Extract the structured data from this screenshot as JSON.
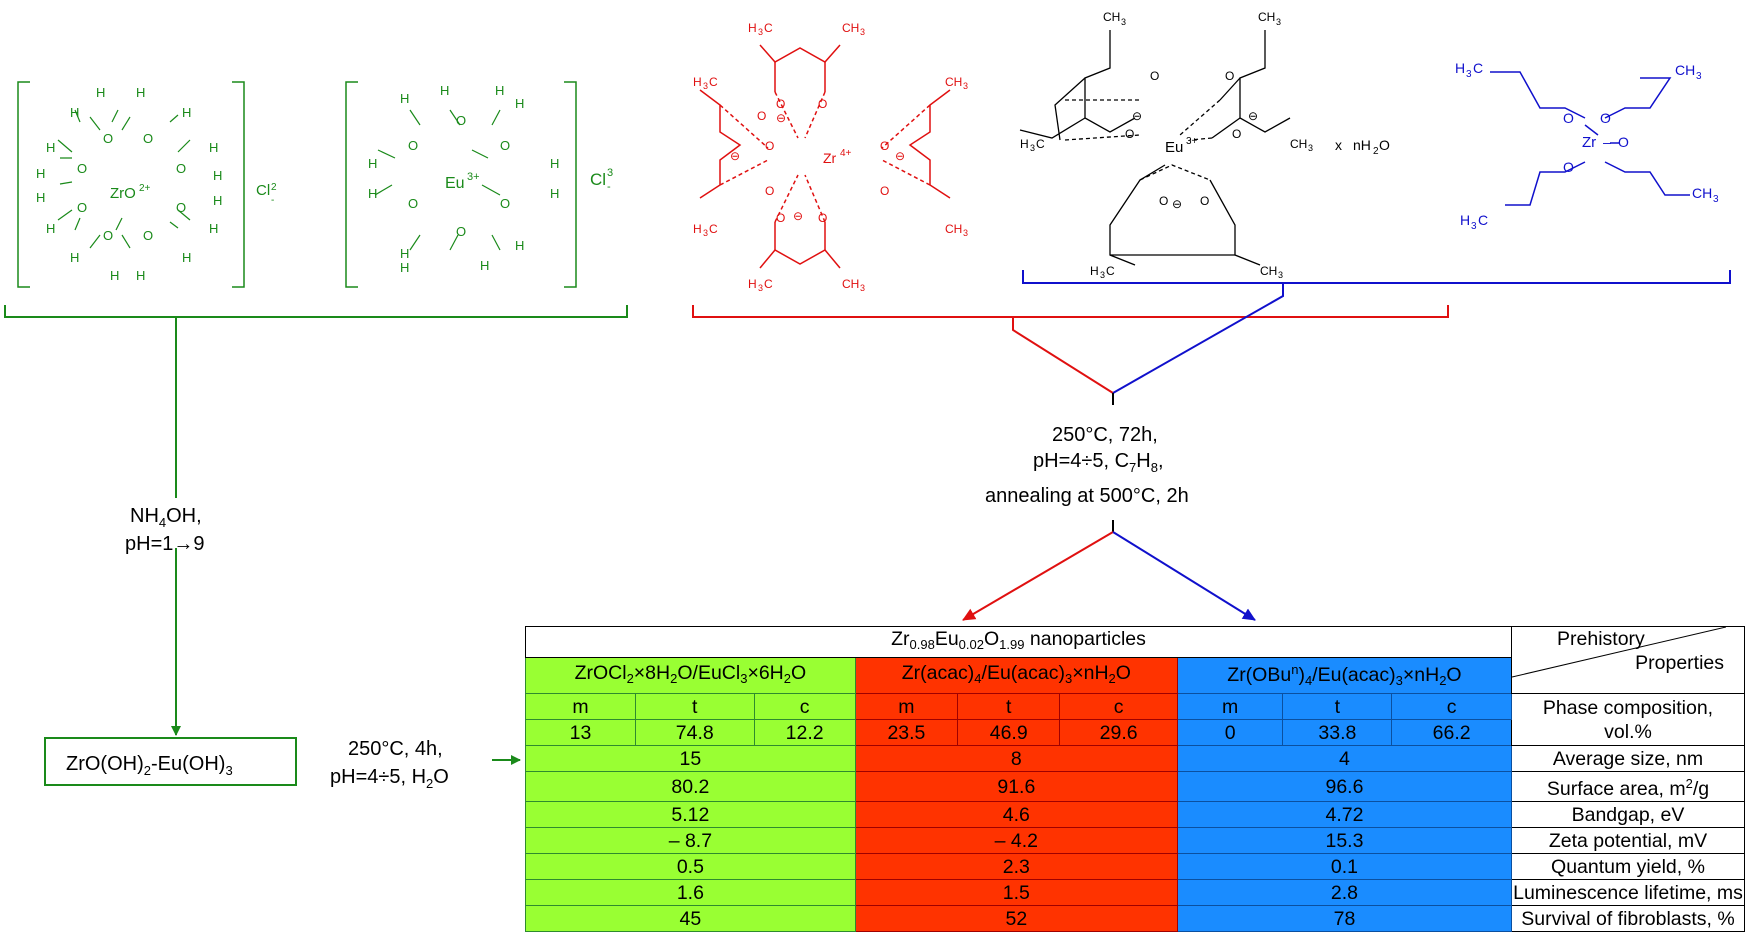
{
  "reagents": {
    "zr_aqua_ion": "ZrO2+",
    "zr_counter_ion": "Cl2-",
    "eu_aqua_ion": "Eu3+",
    "eu_counter_ion": "Cl3-",
    "zr_acac_center": "Zr4+",
    "eu_acac_center": "Eu3+",
    "eu_hydrate": "x  nH2O",
    "zr_butoxide_center": "Zr"
  },
  "left_branch": {
    "conditions_line1": "NH4OH,",
    "conditions_line2": "pH=1→9",
    "intermediate": "ZrO(OH)2-Eu(OH)3",
    "hydrothermal_line1": "250°C, 4h,",
    "hydrothermal_line2": "pH=4÷5, H2O"
  },
  "right_branch": {
    "line1": "250°C, 72h,",
    "line2": "pH=4÷5, C7H8,",
    "line3": "annealing at 500°C, 2h"
  },
  "table": {
    "title": "Zr0.98Eu0.02O1.99 nanoparticles",
    "prehistory_label": "Prehistory",
    "properties_label": "Properties",
    "precursors": [
      "ZrOCl2×8H2O/EuCl3×6H2O",
      "Zr(acac)4/Eu(acac)3×nH2O",
      "Zr(OBun)4/Eu(acac)3×nH2O"
    ],
    "phase_headers": [
      "m",
      "t",
      "c"
    ],
    "phase_composition": {
      "label_line1": "Phase composition,",
      "label_line2": "vol.%",
      "values": [
        [
          "13",
          "74.8",
          "12.2"
        ],
        [
          "23.5",
          "46.9",
          "29.6"
        ],
        [
          "0",
          "33.8",
          "66.2"
        ]
      ]
    },
    "rows": [
      {
        "label": "Average size, nm",
        "values": [
          "15",
          "8",
          "4"
        ]
      },
      {
        "label": "Surface area, m2/g",
        "values": [
          "80.2",
          "91.6",
          "96.6"
        ]
      },
      {
        "label": "Bandgap, eV",
        "values": [
          "5.12",
          "4.6",
          "4.72"
        ]
      },
      {
        "label": "Zeta potential, mV",
        "values": [
          "– 8.7",
          "– 4.2",
          "15.3"
        ]
      },
      {
        "label": "Quantum yield, %",
        "values": [
          "0.5",
          "2.3",
          "0.1"
        ]
      },
      {
        "label": "Luminescence lifetime, ms",
        "values": [
          "1.6",
          "1.5",
          "2.8"
        ]
      },
      {
        "label": "Survival of fibroblasts, %",
        "values": [
          "45",
          "52",
          "78"
        ]
      }
    ]
  },
  "colors": {
    "green": "#1a8a1a",
    "red": "#e01010",
    "blue": "#1010cc",
    "green_fill": "#99ff33",
    "red_fill": "#ff3300",
    "blue_fill": "#1a8cff"
  }
}
